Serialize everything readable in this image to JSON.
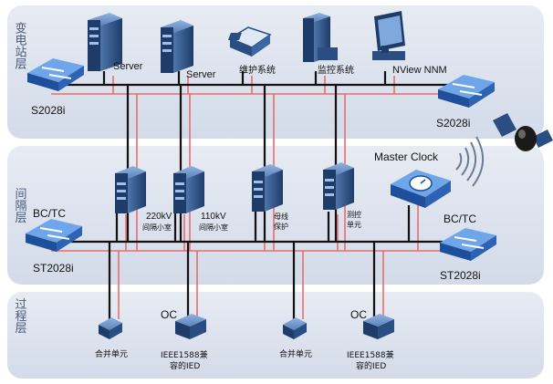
{
  "layers": {
    "station": "变电站层",
    "bay": "间隔层",
    "process": "过程层"
  },
  "switches": {
    "s_left": "S2028i",
    "s_right": "S2028i",
    "st_left": "ST2028i",
    "st_right": "ST2028i",
    "bctc_left": "BC/TC",
    "bctc_right": "BC/TC"
  },
  "station_devices": {
    "server1": "Server",
    "server2": "Server",
    "maint": "维护系统",
    "monitor": "监控系统",
    "nview": "NView NNM"
  },
  "bay_devices": {
    "d220_line1": "220kV",
    "d220_line2": "间隔小室",
    "d110_line1": "110kV",
    "d110_line2": "间隔小室",
    "busbar_line1": "母线",
    "busbar_line2": "保护",
    "measure_line1": "测控",
    "measure_line2": "单元",
    "master_clock": "Master Clock"
  },
  "process_devices": {
    "oc_left": "OC",
    "oc_right": "OC",
    "merge1": "合并单元",
    "merge2": "合并单元",
    "ied1_line1": "IEEE1588兼",
    "ied1_line2": "容的IED",
    "ied2_line1": "IEEE1588兼",
    "ied2_line2": "容的IED"
  },
  "colors": {
    "panel": "#dde3ee",
    "bus": "#111111",
    "red_link": "#e86d6d",
    "switch_blue": "#2e6fc4",
    "server_dark": "#2b4e82"
  }
}
